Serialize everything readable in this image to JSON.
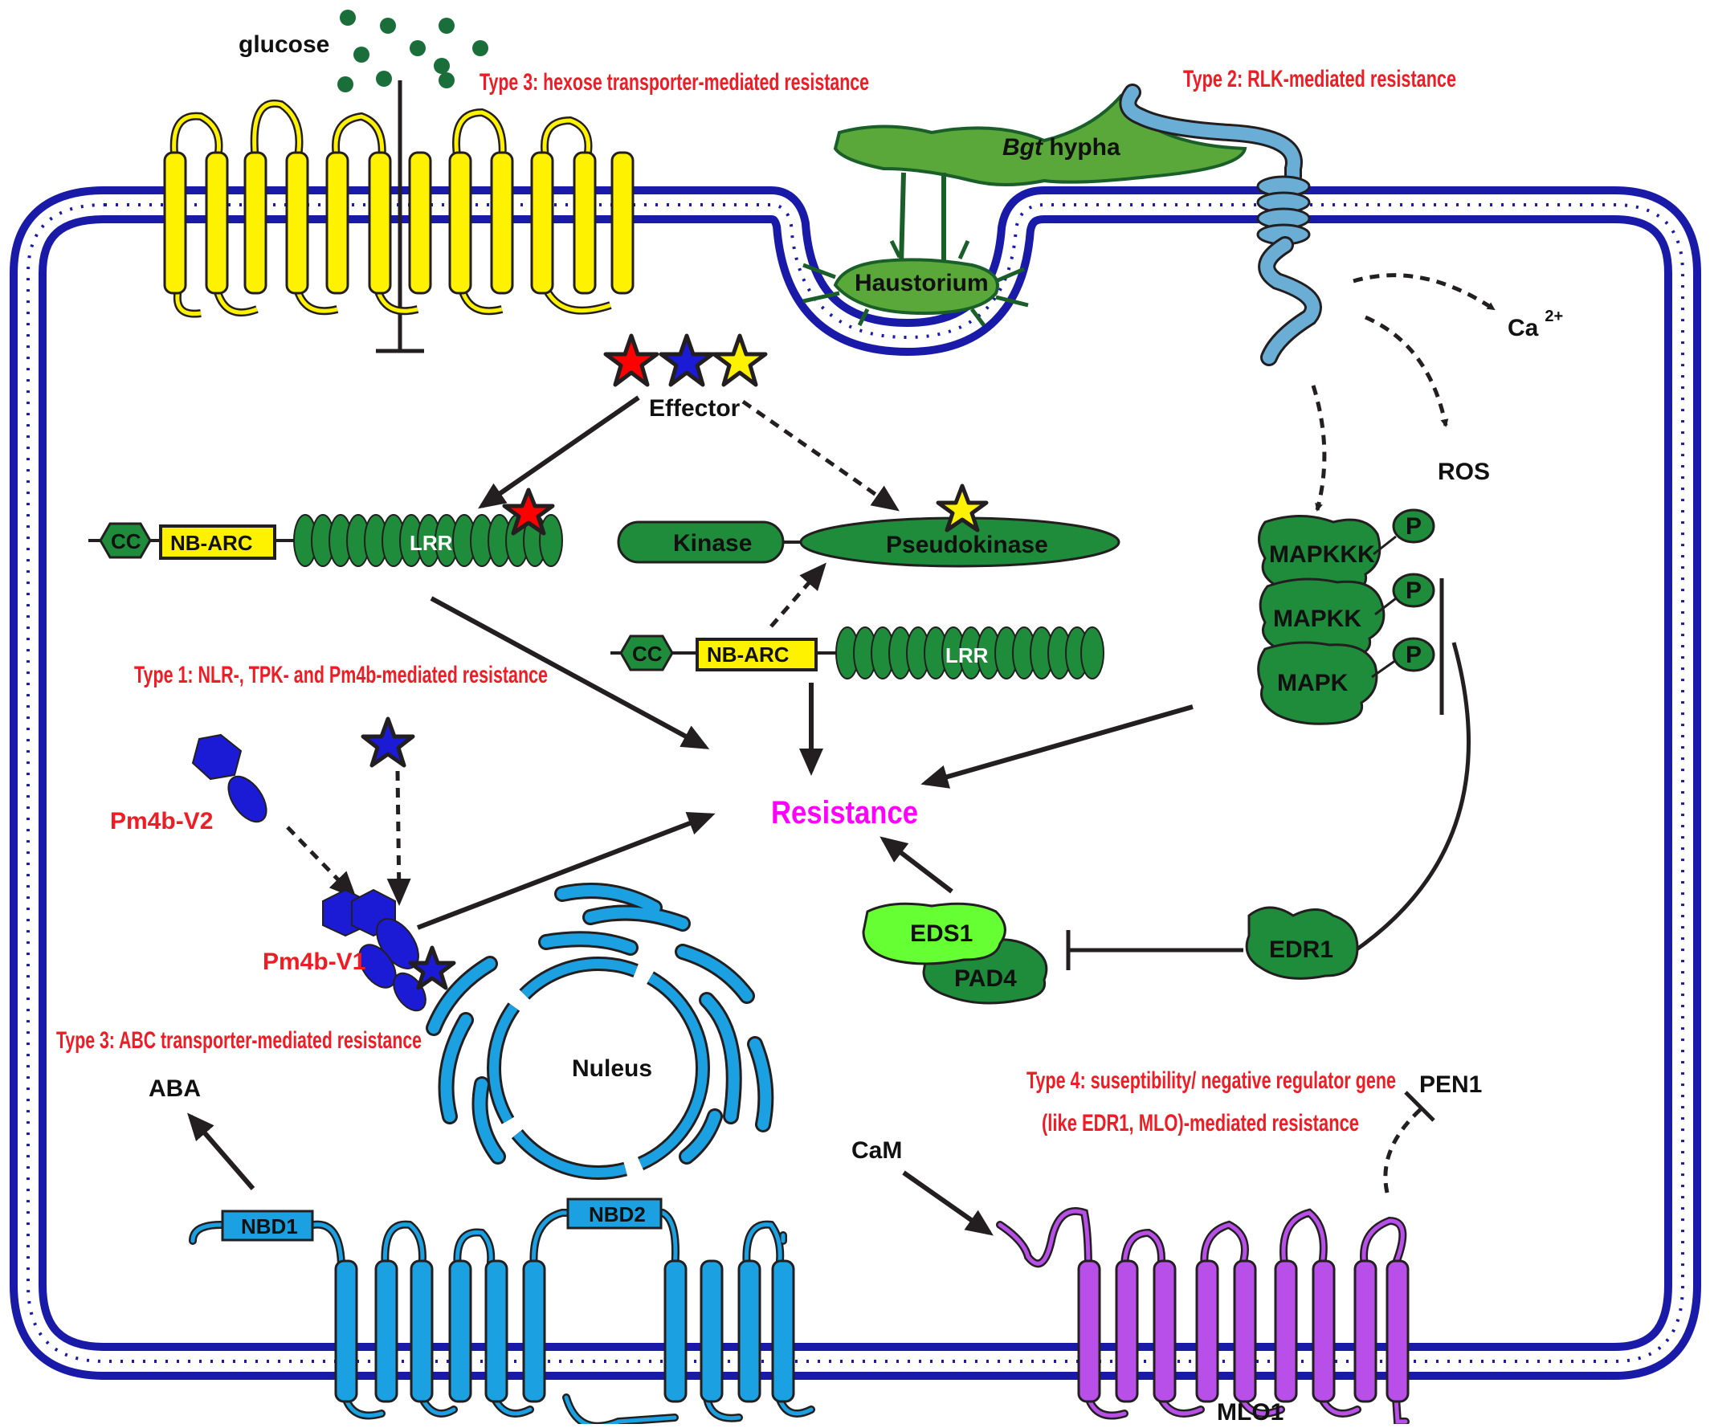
{
  "labels": {
    "glucose": "glucose",
    "type3_hexose": "Type 3: hexose transporter-mediated resistance",
    "type2": "Type 2: RLK-mediated resistance",
    "bgt": "Bgt",
    "hypha": " hypha",
    "haustorium": "Haustorium",
    "ca": "Ca",
    "ca_sup": "2+",
    "ros": "ROS",
    "effector": "Effector",
    "cc1": "CC",
    "nbarc1": "NB-ARC",
    "lrr1": "LRR",
    "kinase": "Kinase",
    "pseudokinase": "Pseudokinase",
    "cc2": "CC",
    "nbarc2": "NB-ARC",
    "lrr2": "LRR",
    "mapkkk": "MAPKKK",
    "mapkk": "MAPKK",
    "mapk": "MAPK",
    "p1": "P",
    "p2": "P",
    "p3": "P",
    "type1": "Type 1:  NLR-, TPK- and Pm4b-mediated resistance",
    "pm4b_v2": "Pm4b-V2",
    "pm4b_v1": "Pm4b-V1",
    "resistance": "Resistance",
    "eds1": "EDS1",
    "pad4": "PAD4",
    "edr1": "EDR1",
    "type3_abc": "Type 3: ABC transporter-mediated resistance",
    "aba": "ABA",
    "nucleus": "Nuleus",
    "type4_line1": "Type 4: suseptibility/ negative regulator gene",
    "type4_line2": "(like EDR1, MLO)-mediated resistance",
    "pen1": "PEN1",
    "cam": "CaM",
    "nbd1": "NBD1",
    "nbd2": "NBD2",
    "mlo1": "MLO1"
  },
  "colors": {
    "membrane": "#1a1aa8",
    "hexose_transporter": "#fff200",
    "abc_transporter": "#1ba1e2",
    "mlo": "#b84fe8",
    "protein_green": "#1e8c3a",
    "eds1": "#66ff33",
    "fungus": "#5aa83a",
    "rlk": "#6aaed6",
    "red_text": "#ee1c24",
    "magenta_text": "#ff00ff",
    "star_red": "#ff0000",
    "star_blue": "#1b1bd6",
    "star_yellow": "#fff200"
  }
}
